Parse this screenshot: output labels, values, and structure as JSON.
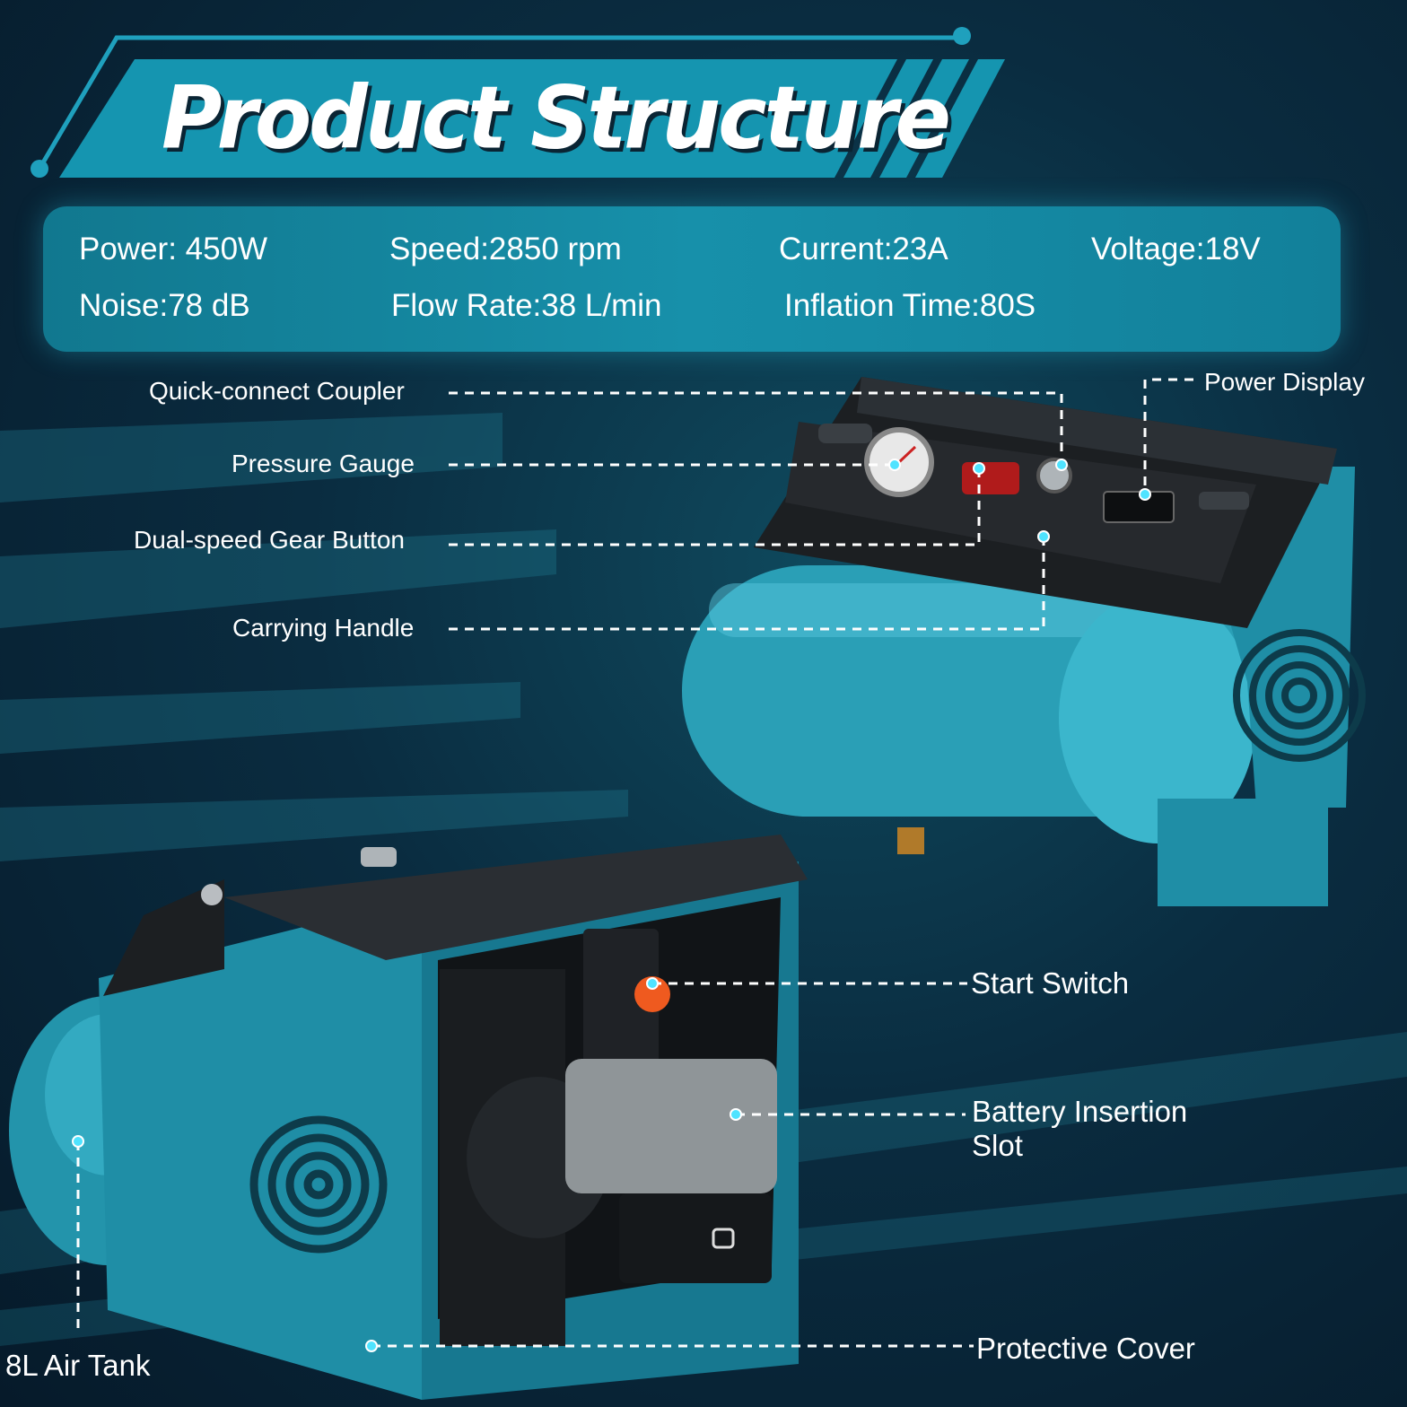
{
  "title": "Product Structure",
  "specs": {
    "power": "Power: 450W",
    "speed": "Speed:2850 rpm",
    "current": "Current:23A",
    "voltage": "Voltage:18V",
    "noise": "Noise:78 dB",
    "flow_rate": "Flow Rate:38 L/min",
    "inflation_time": "Inflation Time:80S"
  },
  "callouts": {
    "quick_connect_coupler": "Quick-connect Coupler",
    "pressure_gauge": "Pressure Gauge",
    "dual_speed_gear_button": "Dual-speed Gear Button",
    "carrying_handle": "Carrying Handle",
    "power_display": "Power Display",
    "start_switch": "Start Switch",
    "battery_insertion_slot_line1": "Battery Insertion",
    "battery_insertion_slot_line2": "Slot",
    "protective_cover": "Protective Cover",
    "air_tank": "8L Air Tank"
  },
  "colors": {
    "accent": "#1aa6c4",
    "tank": "#2a9fb6",
    "panel": "#12809a",
    "dot": "#4fe3ff"
  }
}
